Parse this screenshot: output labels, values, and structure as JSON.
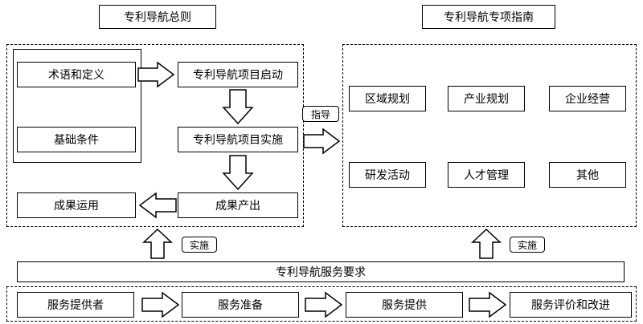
{
  "headers": {
    "left": "专利导航总则",
    "right": "专利导航专项指南"
  },
  "left_section": {
    "terms": "术语和定义",
    "basics": "基础条件",
    "start": "专利导航项目启动",
    "implement": "专利导航项目实施",
    "output": "成果产出",
    "use": "成果运用"
  },
  "guide_label": "指导",
  "right_section": {
    "items": [
      "区域规划",
      "产业规划",
      "企业经营",
      "研发活动",
      "人才管理",
      "其他"
    ]
  },
  "implement_label_left": "实施",
  "implement_label_right": "实施",
  "service_requirements": "专利导航服务要求",
  "services": [
    "服务提供者",
    "服务准备",
    "服务提供",
    "服务评价和改进"
  ]
}
